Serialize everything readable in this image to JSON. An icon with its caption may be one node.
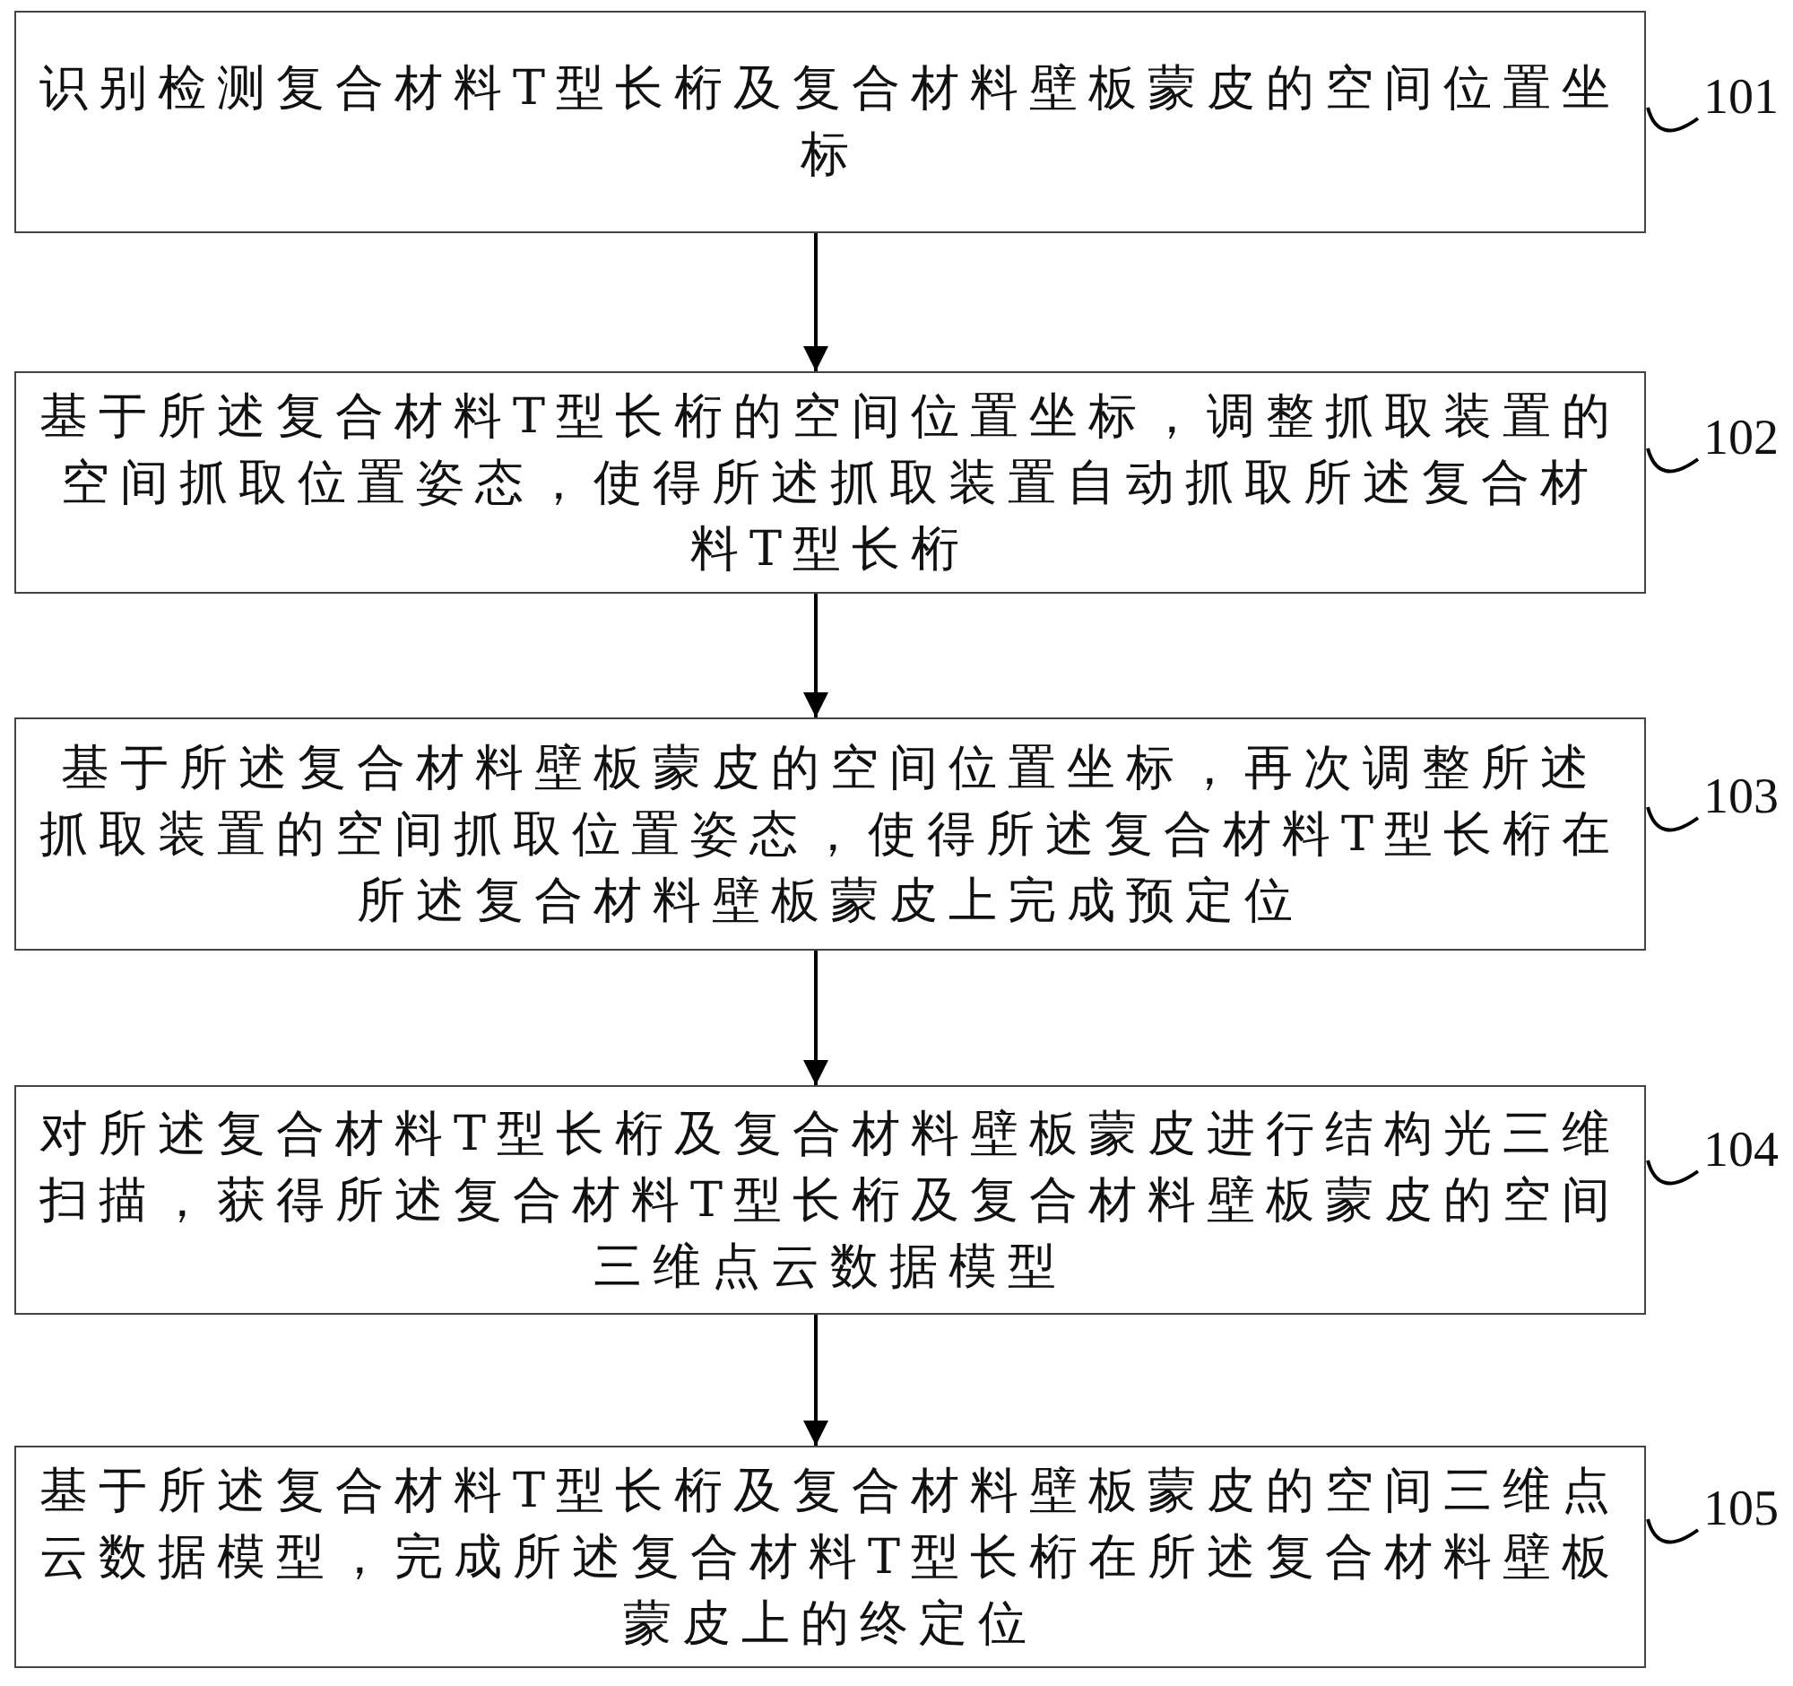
{
  "diagram": {
    "nodes": [
      {
        "text": [
          "识别检测复合材料T型长桁及复合材料壁板蒙皮的空间位置坐标"
        ]
      },
      {
        "text": [
          "基于所述复合材料T型长桁的空间位置坐标，调整抓取装置的空间抓取位置姿态，使得所述抓取装置自动抓取所述复合材料T型长桁"
        ]
      },
      {
        "text": [
          "基于所述复合材料壁板蒙皮的空间位置坐标，再次调整所述抓取装置的空间抓取位置姿态，使得所述复合材料T型长桁在所述复合材料壁板蒙皮上完成预定位"
        ]
      },
      {
        "text": [
          "对所述复合材料T型长桁及复合材料壁板蒙皮进行结构光三维扫描，获得所述复合材料T型长桁及复合材料壁板蒙皮的空间三维点云数据模型"
        ]
      },
      {
        "text": [
          "基于所述复合材料T型长桁及复合材料壁板蒙皮的空间三维点云数据模型，完成所述复合材料T型长桁在所述复合材料壁板蒙皮上的终定位"
        ]
      },
      {
        "text": [
          "101"
        ]
      },
      {
        "text": [
          "102"
        ]
      },
      {
        "text": [
          "103"
        ]
      },
      {
        "text": [
          "104"
        ]
      },
      {
        "text": [
          "105"
        ]
      }
    ],
    "edges": [
      {
        "from": 0,
        "to": 1,
        "arrow": "to"
      },
      {
        "from": 1,
        "to": 2,
        "arrow": "to"
      },
      {
        "from": 2,
        "to": 3,
        "arrow": "to"
      },
      {
        "from": 3,
        "to": 4,
        "arrow": "to"
      },
      {
        "from": 5,
        "to": 0,
        "arrow": "none"
      },
      {
        "from": 6,
        "to": 1,
        "arrow": "none"
      },
      {
        "from": 7,
        "to": 2,
        "arrow": "none"
      },
      {
        "from": 8,
        "to": 3,
        "arrow": "none"
      },
      {
        "from": 9,
        "to": 4,
        "arrow": "none"
      }
    ]
  }
}
